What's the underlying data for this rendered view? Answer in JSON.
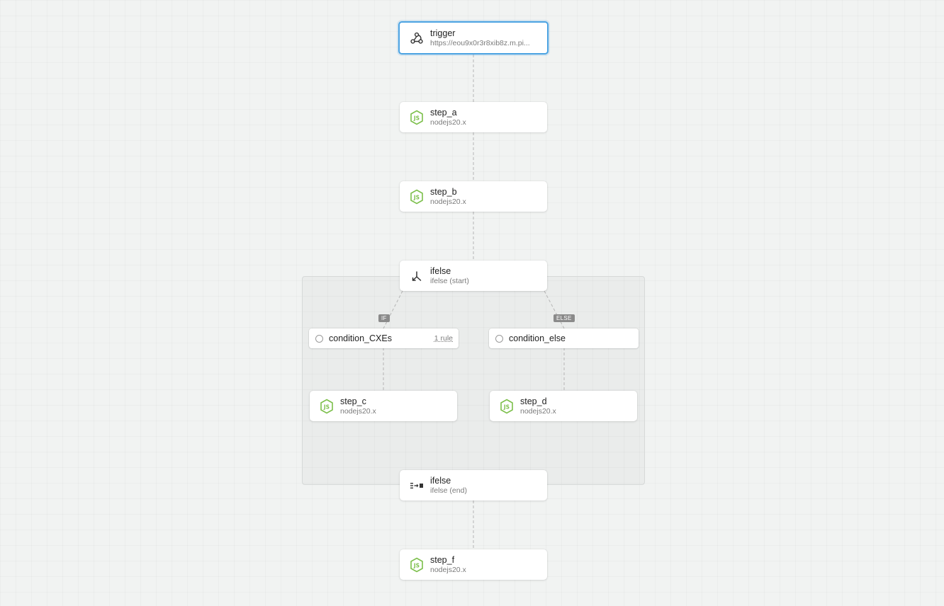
{
  "nodes": {
    "trigger": {
      "title": "trigger",
      "subtitle": "https://eou9x0r3r8xib8z.m.pi...",
      "icon": "webhook-icon"
    },
    "step_a": {
      "title": "step_a",
      "subtitle": "nodejs20.x",
      "icon": "nodejs-icon"
    },
    "step_b": {
      "title": "step_b",
      "subtitle": "nodejs20.x",
      "icon": "nodejs-icon"
    },
    "ifelse_start": {
      "title": "ifelse",
      "subtitle": "ifelse (start)",
      "icon": "branch-split-icon"
    },
    "step_c": {
      "title": "step_c",
      "subtitle": "nodejs20.x",
      "icon": "nodejs-icon"
    },
    "step_d": {
      "title": "step_d",
      "subtitle": "nodejs20.x",
      "icon": "nodejs-icon"
    },
    "ifelse_end": {
      "title": "ifelse",
      "subtitle": "ifelse (end)",
      "icon": "branch-merge-icon"
    },
    "step_f": {
      "title": "step_f",
      "subtitle": "nodejs20.x",
      "icon": "nodejs-icon"
    }
  },
  "conditions": {
    "if": {
      "title": "condition_CXEs",
      "rule_count": "1 rule",
      "badge": "IF"
    },
    "else": {
      "title": "condition_else",
      "badge": "ELSE"
    }
  },
  "colors": {
    "selected_border": "#4ba3e2",
    "nodejs_green": "#7cbf4b",
    "edge": "#b5b5b5",
    "badge_bg": "#8a8a8a"
  }
}
